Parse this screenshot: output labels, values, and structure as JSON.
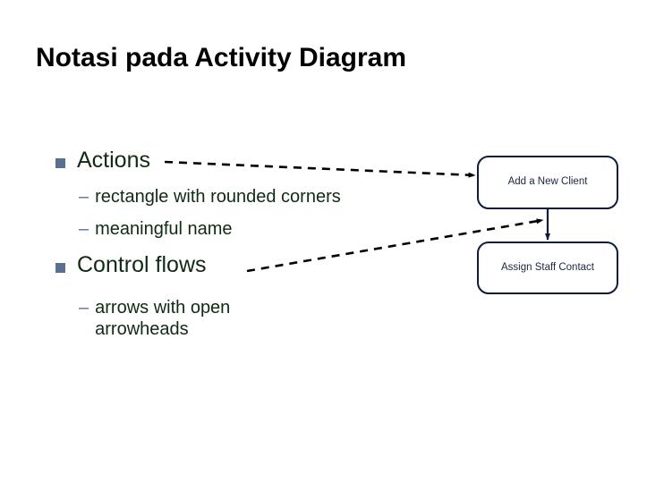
{
  "slide": {
    "title": "Notasi pada Activity Diagram",
    "background_color": "#ffffff",
    "title_color": "#000000"
  },
  "bullets": [
    {
      "level": 1,
      "text": "Actions",
      "marker": "filled-square",
      "marker_color": "#5b7090",
      "text_color": "#102a13"
    },
    {
      "level": 2,
      "text": "rectangle with rounded corners",
      "marker": "en-dash",
      "marker_color": "#5b7090",
      "text_color": "#102a13"
    },
    {
      "level": 2,
      "text": "meaningful name",
      "marker": "en-dash",
      "marker_color": "#5b7090",
      "text_color": "#102a13"
    },
    {
      "level": 1,
      "text": "Control flows",
      "marker": "filled-square",
      "marker_color": "#5b7090",
      "text_color": "#102a13"
    },
    {
      "level": 2,
      "text": "arrows with open\narrowheads",
      "marker": "en-dash",
      "marker_color": "#5b7090",
      "text_color": "#102a13"
    }
  ],
  "diagram": {
    "border_color": "#0e1c3d",
    "text_color": "#1a2540",
    "nodes": [
      {
        "id": "add-client",
        "label": "Add a New Client"
      },
      {
        "id": "assign-staff",
        "label": "Assign Staff Contact"
      }
    ],
    "control_flow": {
      "from": "add-client",
      "to": "assign-staff",
      "style": "solid-arrow"
    },
    "callouts": [
      {
        "id": "actions-callout",
        "from_label": "Actions",
        "to": "add-client",
        "style": "dashed-arrow",
        "color": "#000000"
      },
      {
        "id": "control-flows-callout",
        "from_label": "Control flows",
        "to": "control-flow-arrow",
        "style": "dashed-arrow",
        "color": "#000000"
      }
    ]
  }
}
